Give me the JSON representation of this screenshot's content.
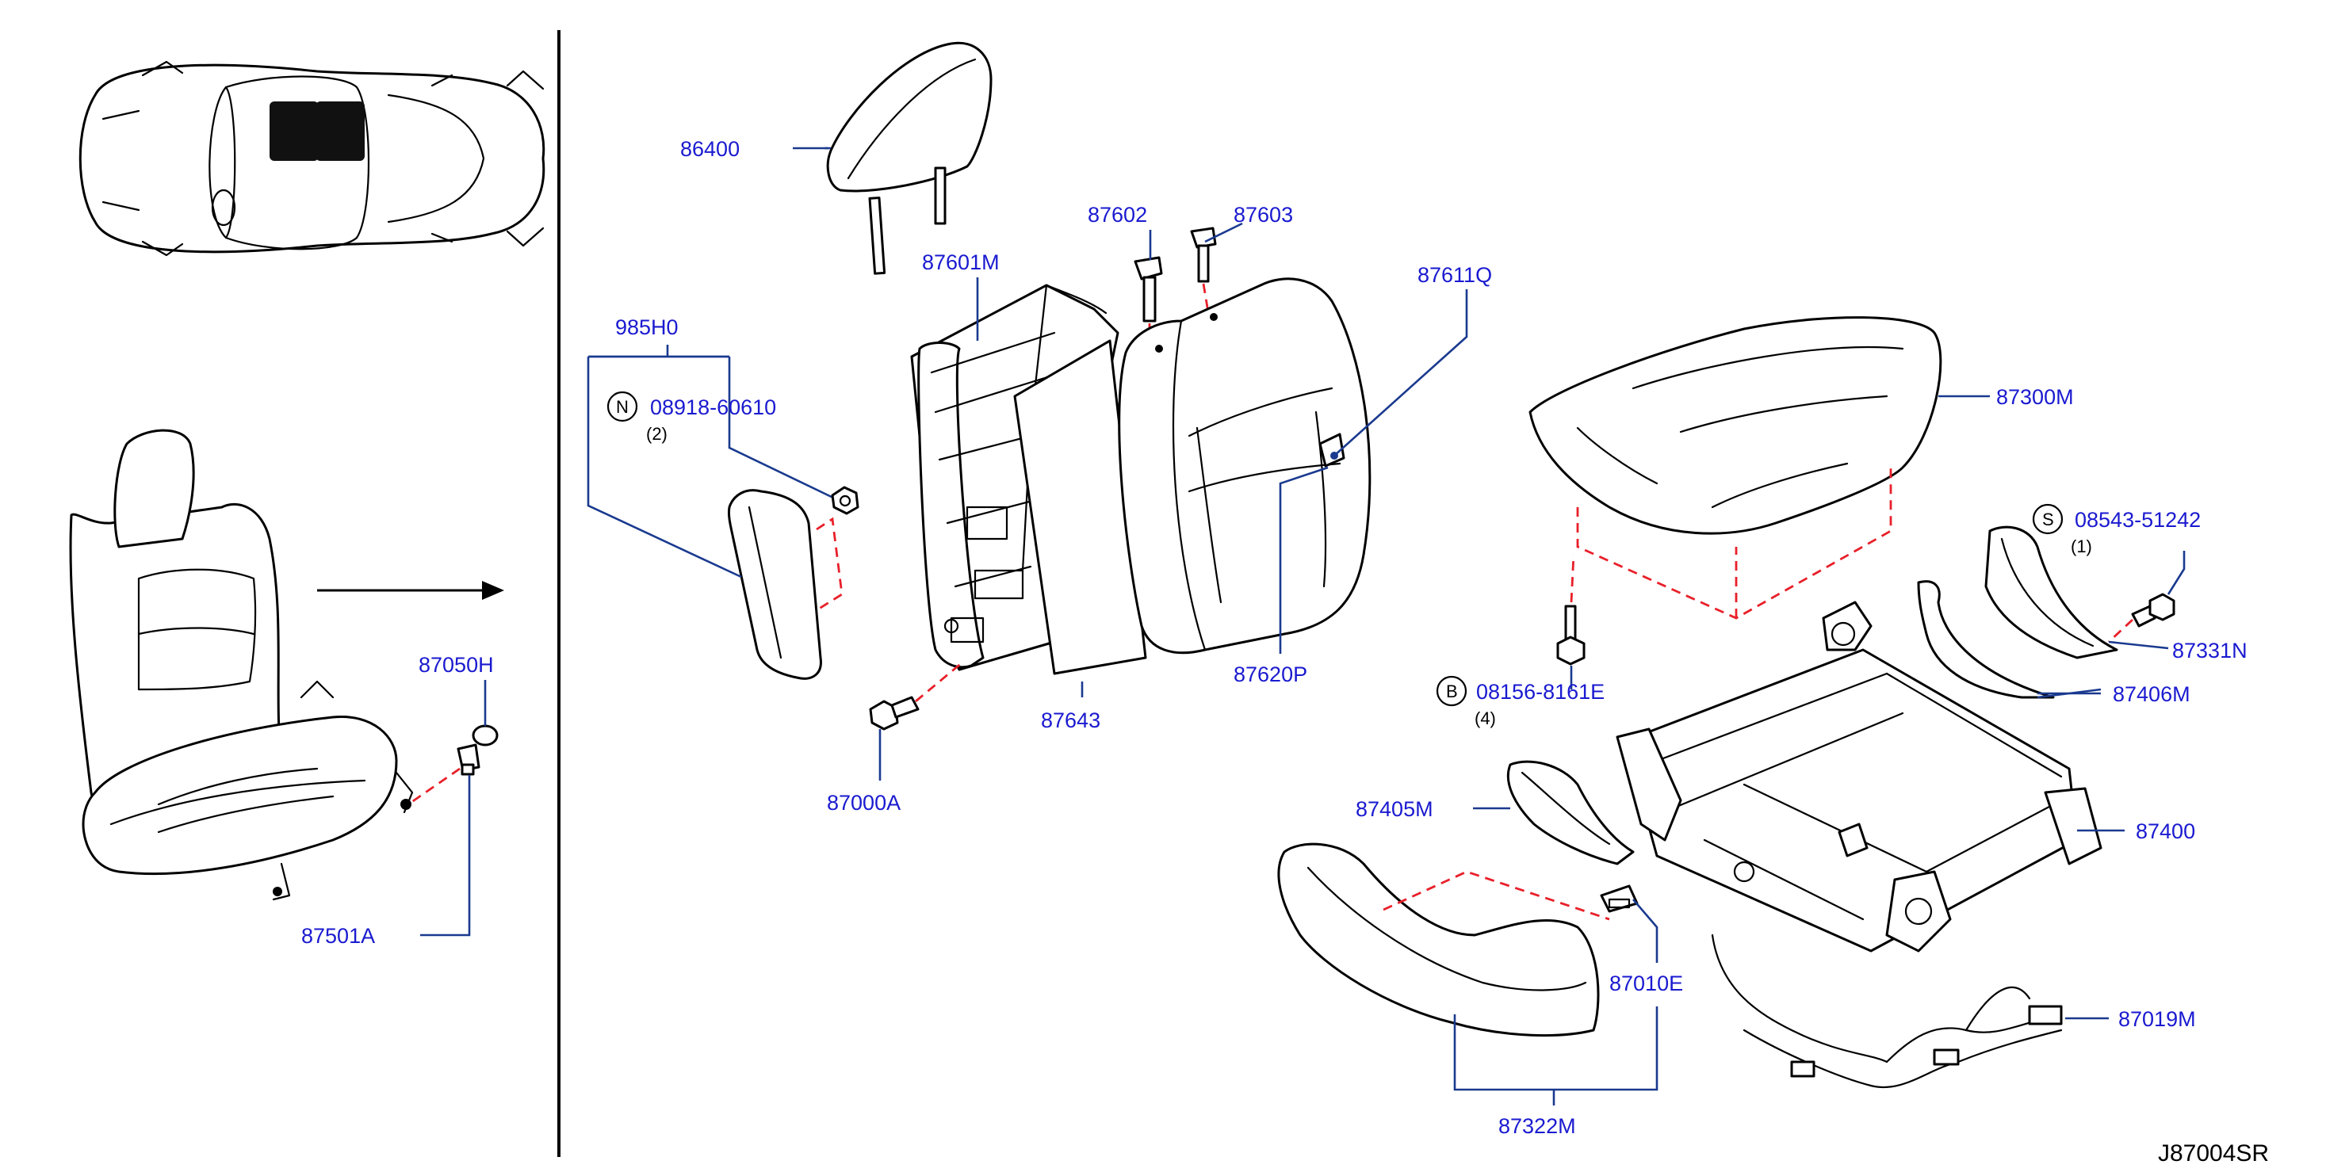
{
  "diagram_code": "J87004SR",
  "parts": {
    "p86400": "86400",
    "p87601M": "87601M",
    "p87602": "87602",
    "p87603": "87603",
    "p87611Q": "87611Q",
    "p985H0": "985H0",
    "p08918": "08918-60610",
    "q08918": "(2)",
    "p87643": "87643",
    "p87620P": "87620P",
    "p87000A": "87000A",
    "p87300M": "87300M",
    "p08543": "08543-51242",
    "q08543": "(1)",
    "p87331N": "87331N",
    "p87406M": "87406M",
    "p08156": "08156-8161E",
    "q08156": "(4)",
    "p87400": "87400",
    "p87405M": "87405M",
    "p87010E": "87010E",
    "p87019M": "87019M",
    "p87322M": "87322M",
    "p87050H": "87050H",
    "p87501A": "87501A"
  },
  "symbols": {
    "n": "N",
    "s": "S",
    "b": "B"
  },
  "colors": {
    "label": "#1a1ad0",
    "leader": "#1a3a8f",
    "dashed": "#e8202a"
  }
}
